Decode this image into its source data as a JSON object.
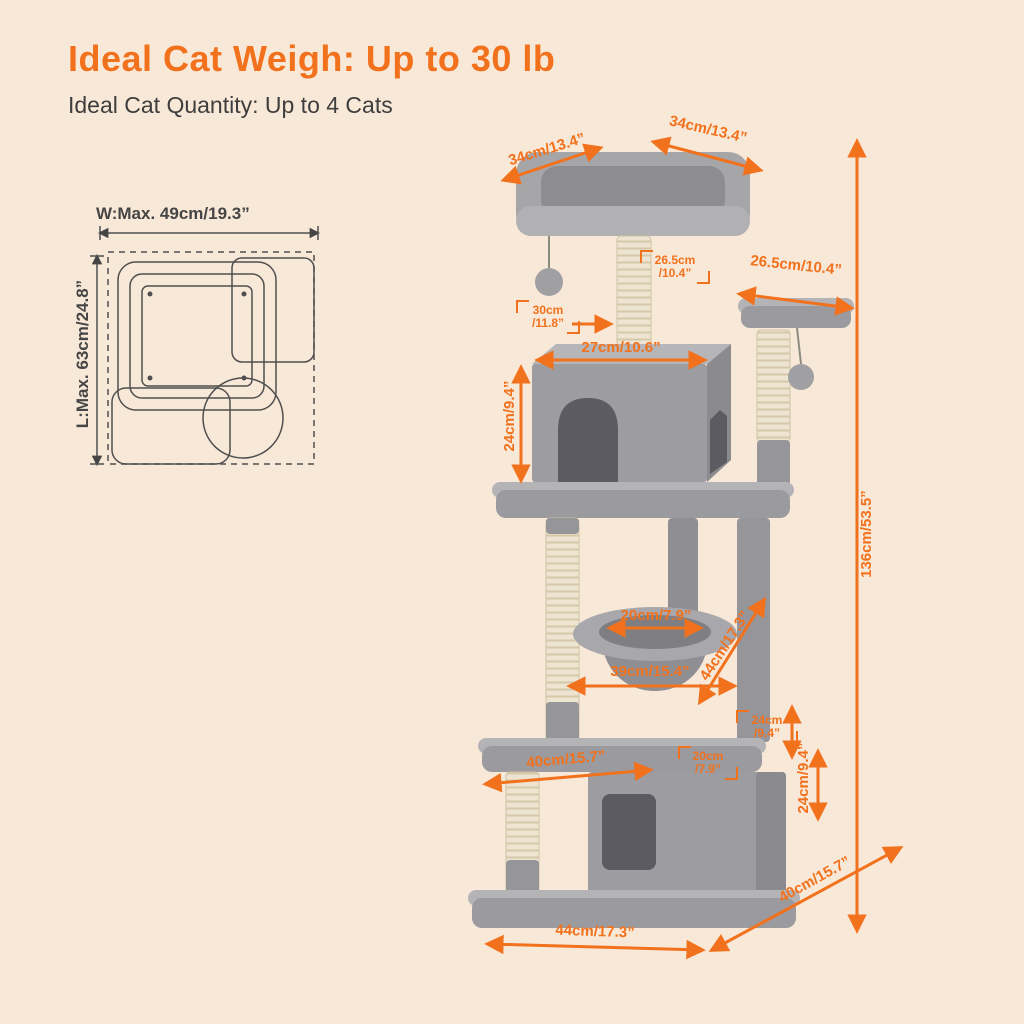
{
  "header": {
    "title": "Ideal Cat Weigh: Up to 30 lb",
    "subtitle": "Ideal Cat Quantity: Up to 4 Cats"
  },
  "footprint": {
    "width": "W:Max. 49cm/19.3”",
    "length": "L:Max. 63cm/24.8”"
  },
  "dims": {
    "bed_left": "34cm/13.4”",
    "bed_right": "34cm/13.4”",
    "perch_depth": "26.5cm\n/10.4”",
    "perch_width": "26.5cm/10.4”",
    "post_30": "30cm\n/11.8”",
    "condo_width": "27cm/10.6”",
    "condo_height": "24cm/9.4”",
    "basket_inner": "20cm/7.9”",
    "basket_outer": "39cm/15.4”",
    "mid_depth": "44cm/17.3”",
    "sec_24_a": "24cm\n/9.4”",
    "sec_24_b": "24cm/9.4”",
    "sec_20": "20cm\n/7.9”",
    "platform_width": "40cm/15.7”",
    "total_height": "136cm/53.5”",
    "base_width": "44cm/17.3”",
    "base_depth": "40cm/15.7”"
  },
  "colors": {
    "accent": "#F2711C",
    "background": "#F8E8D7",
    "text_dark": "#3E3E3E",
    "plush_gray": "#9B9A9E",
    "sisal": "#EDE5D1"
  }
}
